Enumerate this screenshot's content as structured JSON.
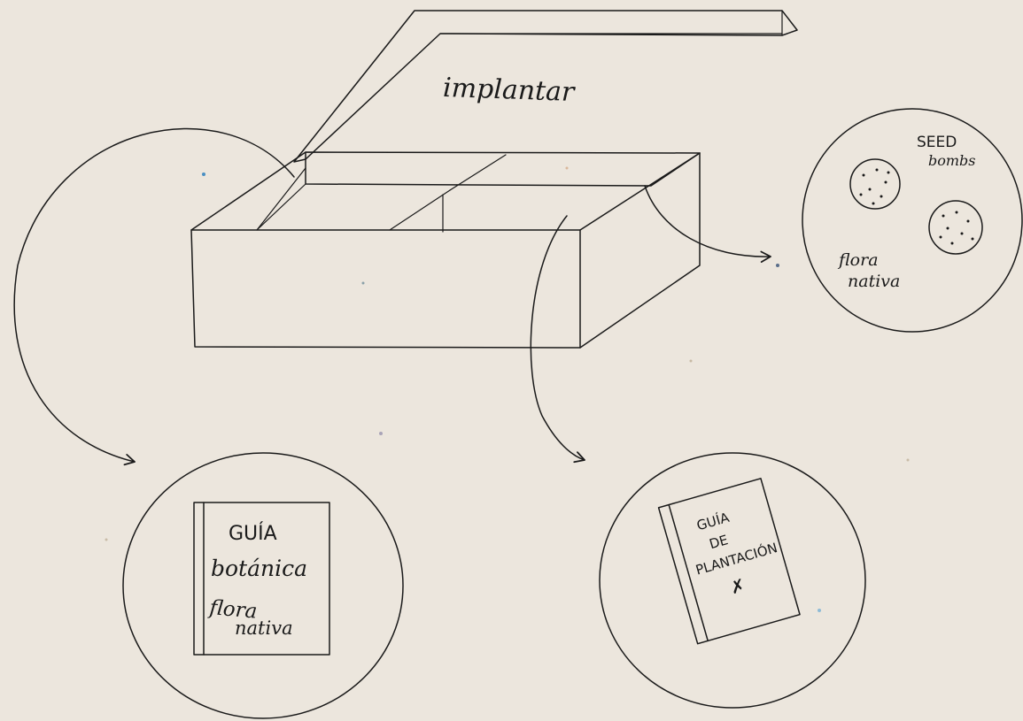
{
  "background_color": "#ece6dd",
  "ink_color": "#1a1a1a",
  "box": {
    "lid_label": "implantar"
  },
  "seed_circle": {
    "title_line1": "SEED",
    "title_line2": "bombs",
    "subtitle_line1": "flora",
    "subtitle_line2": "nativa"
  },
  "botanical_guide": {
    "line1": "GUÍA",
    "line2": "botánica",
    "line3": "flora",
    "line4": "nativa"
  },
  "planting_guide": {
    "line1": "GUÍA",
    "line2": "DE",
    "line3": "PLANTACIÓN",
    "line4": "✗"
  }
}
